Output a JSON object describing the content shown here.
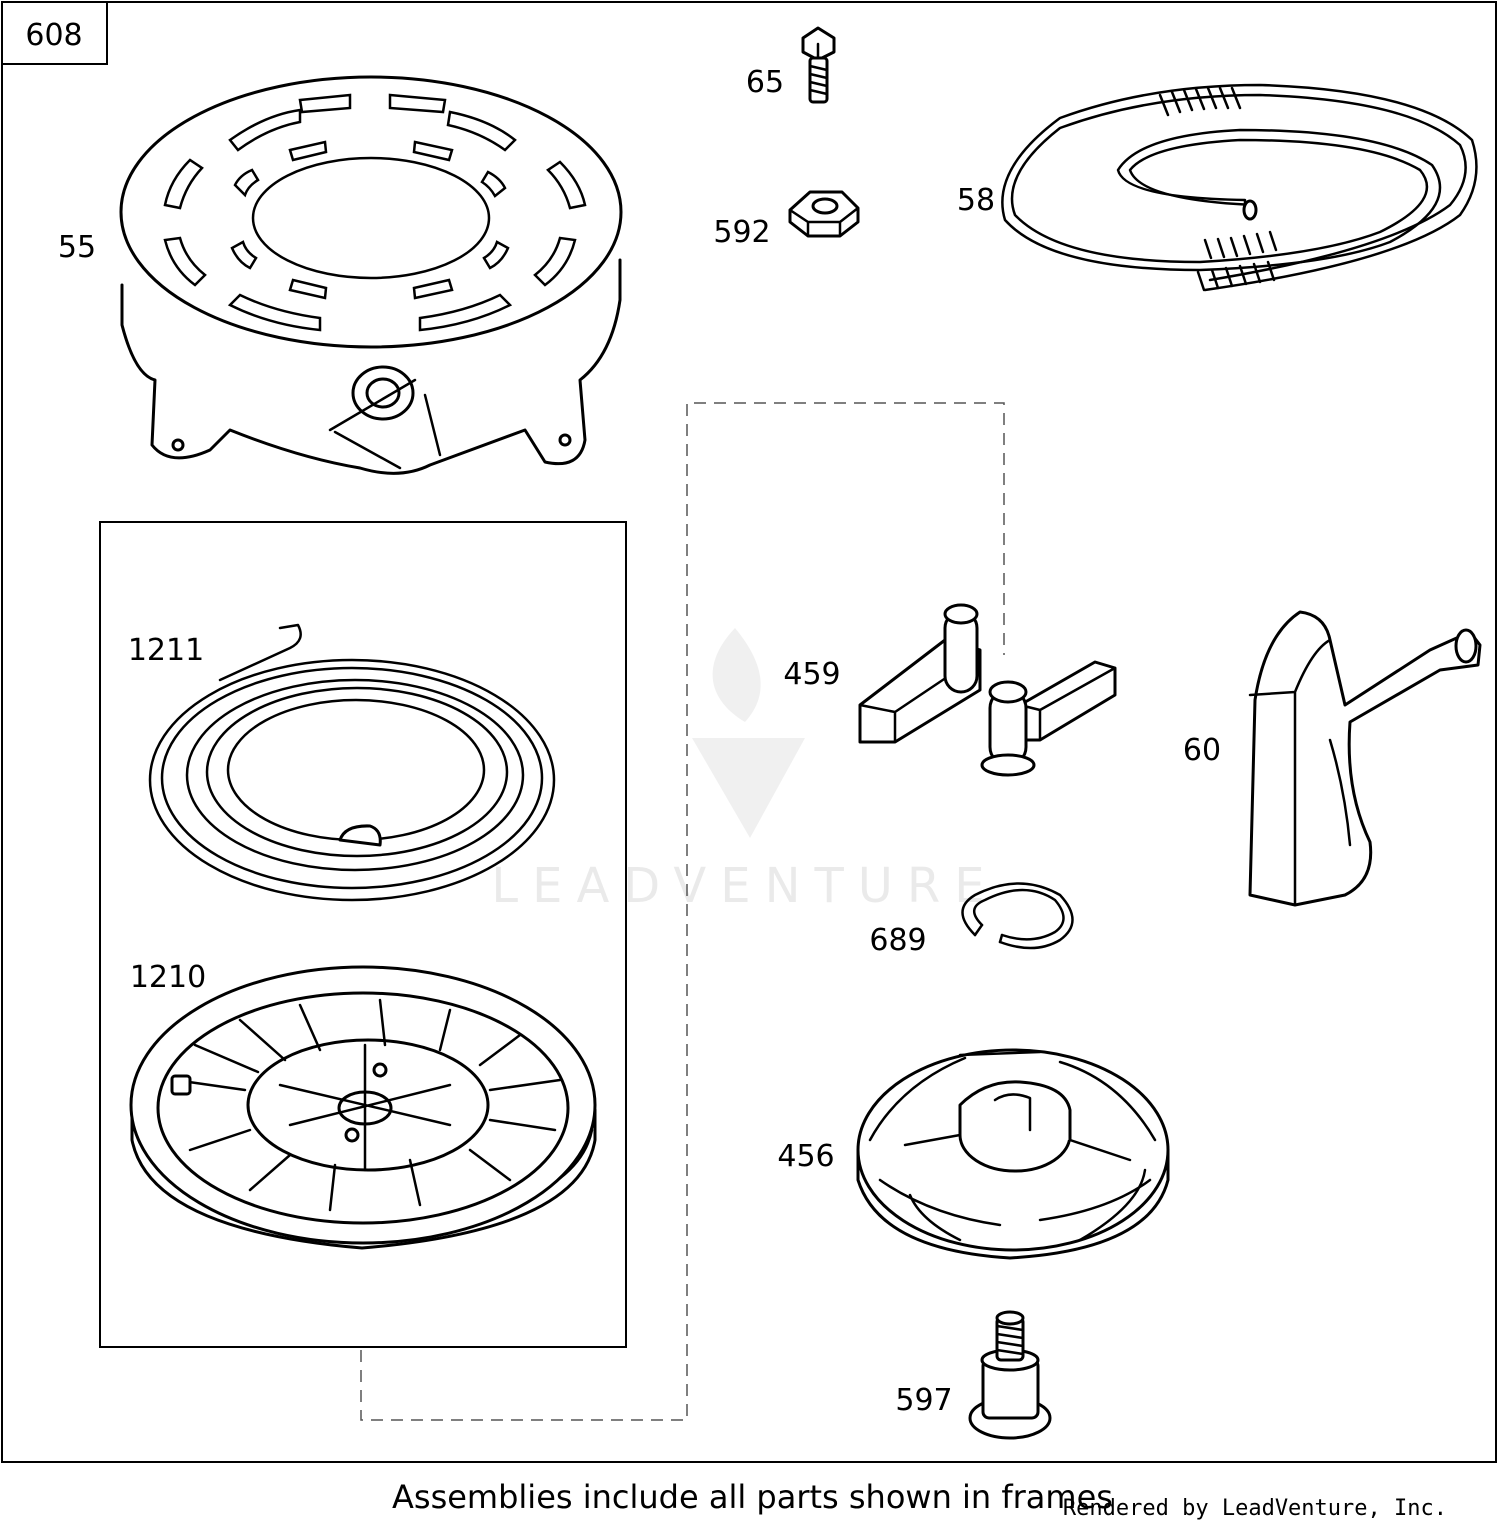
{
  "assembly_number": "608",
  "watermark": "LEADVENTURE",
  "footer": {
    "note": "Assemblies include all parts shown in frames",
    "credit": "Rendered by LeadVenture, Inc."
  },
  "parts": [
    {
      "id": "55",
      "name": "blower-housing"
    },
    {
      "id": "65",
      "name": "screw"
    },
    {
      "id": "592",
      "name": "nut"
    },
    {
      "id": "58",
      "name": "starter-rope"
    },
    {
      "id": "1211",
      "name": "rewind-spring"
    },
    {
      "id": "1210",
      "name": "starter-pulley"
    },
    {
      "id": "459",
      "name": "starter-dogs"
    },
    {
      "id": "60",
      "name": "starter-handle"
    },
    {
      "id": "689",
      "name": "retaining-ring"
    },
    {
      "id": "456",
      "name": "dog-retainer"
    },
    {
      "id": "597",
      "name": "shoulder-screw"
    }
  ]
}
